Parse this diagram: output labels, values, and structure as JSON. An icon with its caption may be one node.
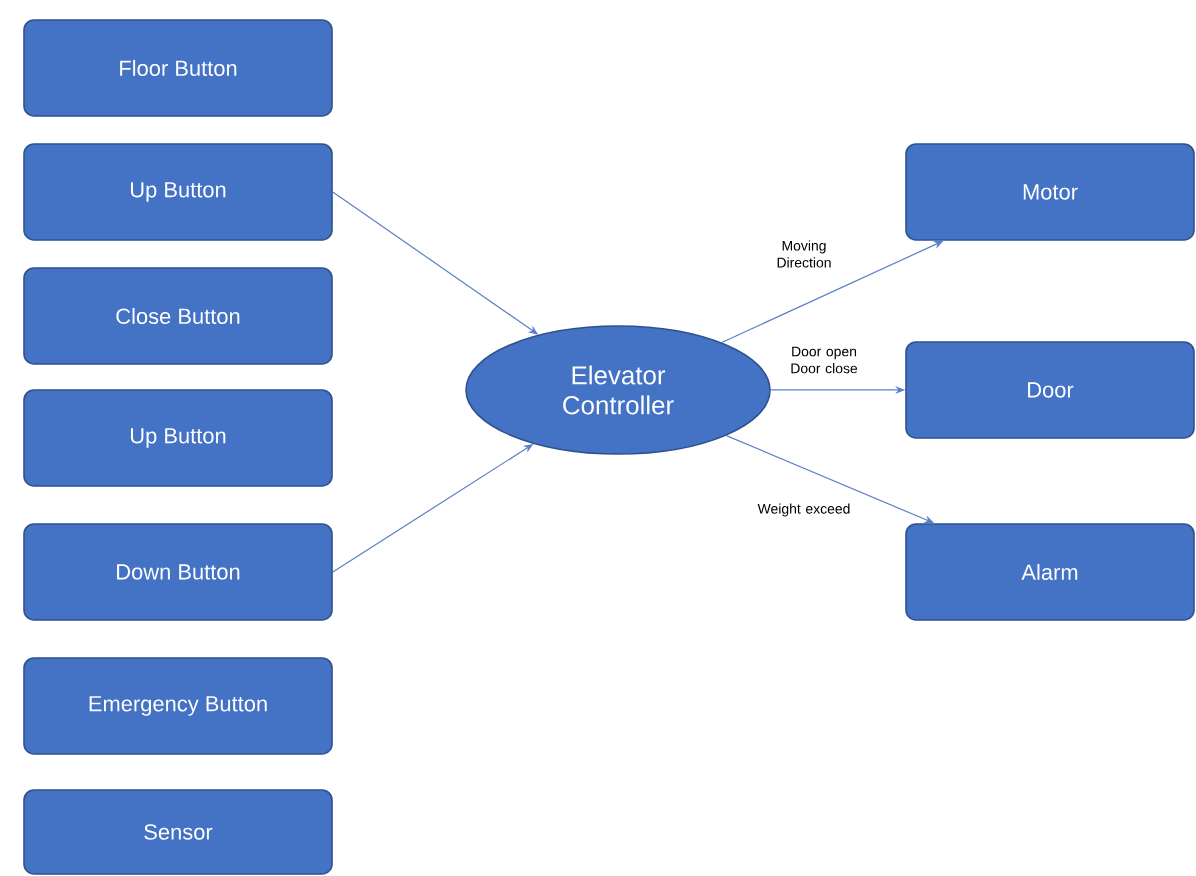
{
  "diagram": {
    "nodes": [
      {
        "text": [
          "Floor Button"
        ]
      },
      {
        "text": [
          "Up Button"
        ]
      },
      {
        "text": [
          "Close Button"
        ]
      },
      {
        "text": [
          "Up Button"
        ]
      },
      {
        "text": [
          "Down Button"
        ]
      },
      {
        "text": [
          "Emergency Button"
        ]
      },
      {
        "text": [
          "Sensor"
        ]
      },
      {
        "text": [
          "Elevator Controller"
        ]
      },
      {
        "text": [
          "Motor"
        ]
      },
      {
        "text": [
          "Door"
        ]
      },
      {
        "text": [
          "Alarm"
        ]
      }
    ],
    "edges": [
      {
        "from": 1,
        "to": 7,
        "arrow": "to"
      },
      {
        "from": 4,
        "to": 7,
        "arrow": "to"
      },
      {
        "from": 7,
        "to": 8,
        "arrow": "to",
        "label": "Moving Direction"
      },
      {
        "from": 7,
        "to": 9,
        "arrow": "to",
        "label": "Door open Door close"
      },
      {
        "from": 7,
        "to": 10,
        "arrow": "to",
        "label": "Weight exceed"
      }
    ]
  }
}
